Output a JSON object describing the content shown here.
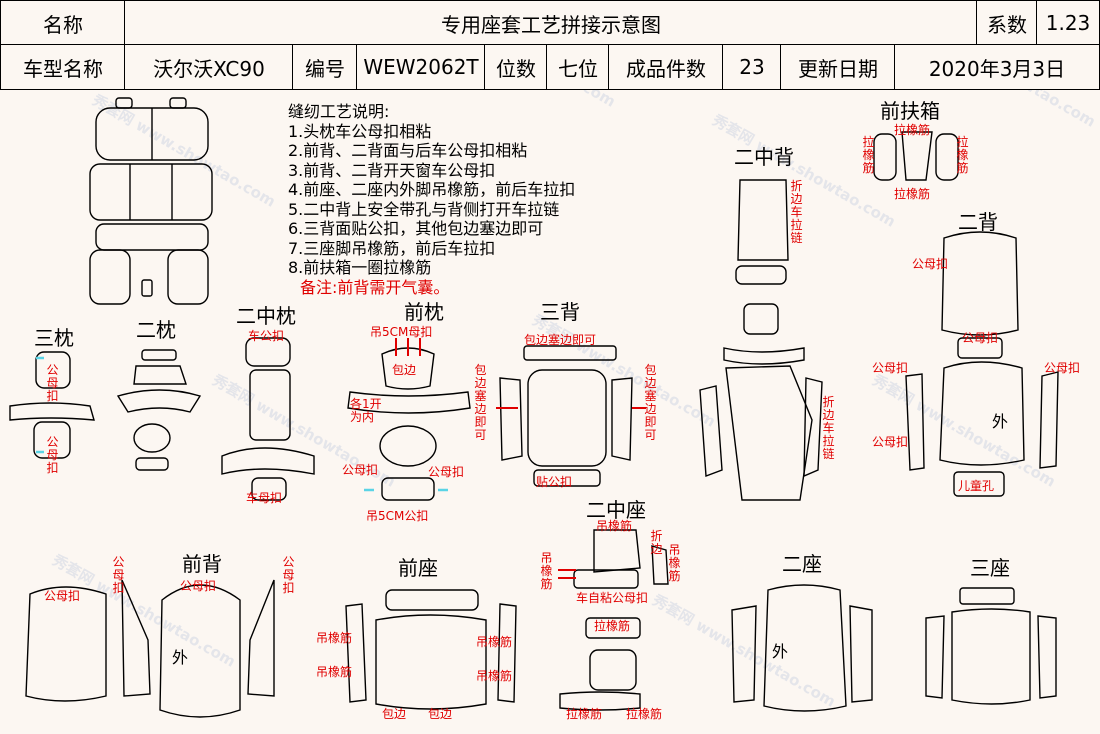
{
  "header": {
    "name_label": "名称",
    "title": "专用座套工艺拼接示意图",
    "coef_label": "系数",
    "coef_value": "1.23",
    "model_label": "车型名称",
    "model_value": "沃尔沃XC90",
    "code_label": "编号",
    "code_value": "WEW2062T",
    "seats_label": "位数",
    "seats_value": "七位",
    "pieces_label": "成品件数",
    "pieces_value": "23",
    "update_label": "更新日期",
    "update_value": "2020年3月3日"
  },
  "notes": {
    "heading": "缝纫工艺说明:",
    "items": [
      "1.头枕车公母扣相粘",
      "2.前背、二背面与后车公母扣相粘",
      "3.前背、二背开天窗车公母扣",
      "4.前座、二座内外脚吊橡筋，前后车拉扣",
      "5.二中背上安全带孔与背侧打开车拉链",
      "6.三背面贴公扣，其他包边塞边即可",
      "7.三座脚吊橡筋，前后车拉扣",
      "8.前扶箱一圈拉橡筋"
    ],
    "remark": "备注:前背需开气囊。"
  },
  "sections": {
    "front_armrest": "前扶箱",
    "second_mid_back": "二中背",
    "second_back": "二背",
    "third_headrest": "三枕",
    "second_headrest": "二枕",
    "second_mid_headrest": "二中枕",
    "front_headrest": "前枕",
    "third_back": "三背",
    "second_mid_seat": "二中座",
    "front_back": "前背",
    "front_seat": "前座",
    "second_seat": "二座",
    "third_seat": "三座"
  },
  "annotations": {
    "pull_elastic": "拉橡筋",
    "fold_zip": "折边车拉链",
    "male_female": "公母扣",
    "car_male": "车公扣",
    "car_female": "车母扣",
    "hang_5cm_female": "吊5CM母扣",
    "hang_5cm_male": "吊5CM公扣",
    "wrap": "包边",
    "each_1_open_inward": "各1开为内",
    "wrap_tuck": "包边塞边即可",
    "paste_male": "贴公扣",
    "outer": "外",
    "child_hole": "儿童孔",
    "hang_elastic": "吊橡筋",
    "self_adhesive": "车自粘公母扣",
    "fold": "折边",
    "fold_wrap": "折边车拉链",
    "wrap_side": "包边"
  },
  "watermark": "秀套网 www.showtao.com",
  "colors": {
    "line": "#000000",
    "accent": "#e00000",
    "background": "#fcf7f2",
    "clip": "#5ad4e6"
  }
}
